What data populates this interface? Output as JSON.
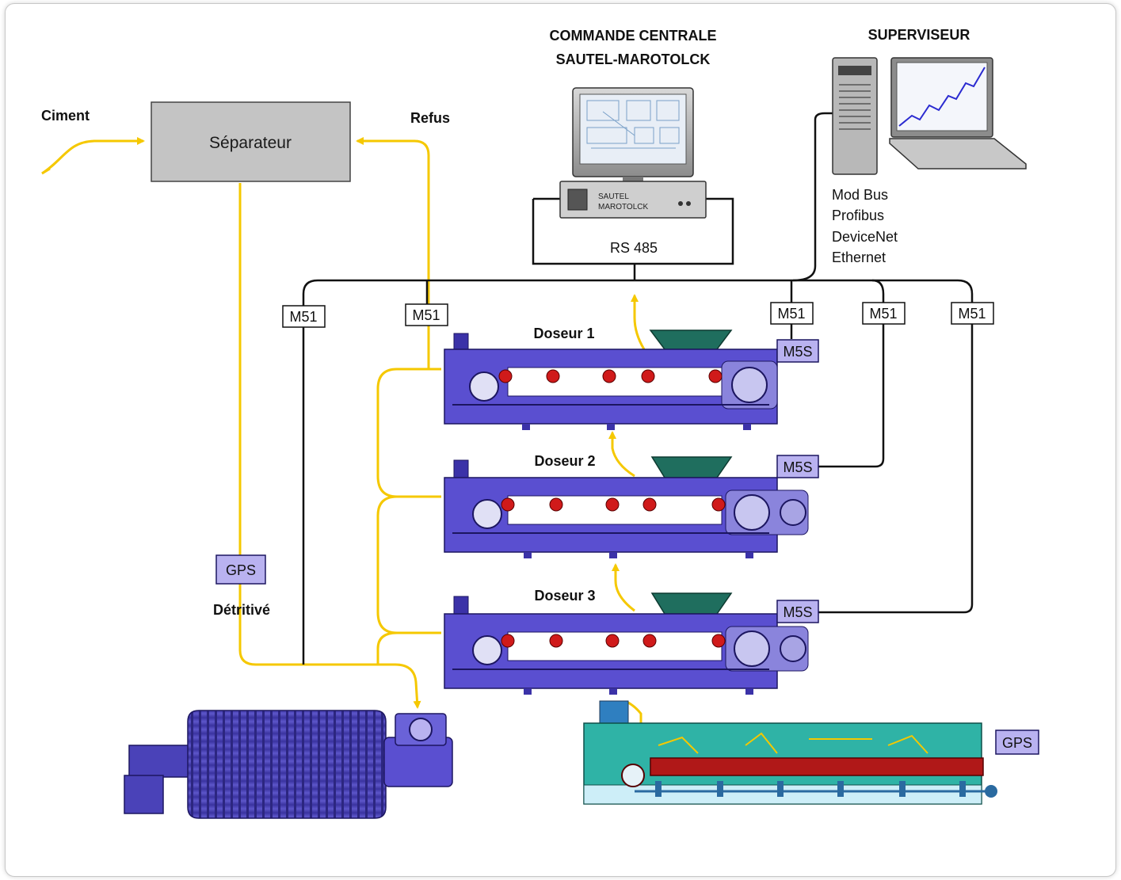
{
  "titles": {
    "central_line1": "COMMANDE CENTRALE",
    "central_line2": "SAUTEL-MAROTOLCK",
    "supervisor": "SUPERVISEUR"
  },
  "labels": {
    "ciment": "Ciment",
    "refus": "Refus",
    "separateur": "Séparateur",
    "rs485": "RS 485",
    "detritive": "Détritivé",
    "doseur1": "Doseur 1",
    "doseur2": "Doseur 2",
    "doseur3": "Doseur 3"
  },
  "controller": {
    "brand_line1": "SAUTEL",
    "brand_line2": "MAROTOLCK"
  },
  "protocols": [
    "Mod Bus",
    "Profibus",
    "DeviceNet",
    "Ethernet"
  ],
  "modules": {
    "m51": "M51",
    "m5s": "M5S",
    "gps": "GPS"
  },
  "colors": {
    "flow_yellow": "#f5c800",
    "machine_blue": "#5a4fd0",
    "machine_dark": "#3b32a8",
    "module_fill": "#b9b2f0",
    "hopper": "#1f6e5e",
    "roller_red": "#d01a1a",
    "mill_teal": "#2fb3a6",
    "mill_red": "#b01818",
    "separator_gray": "#c4c4c4"
  }
}
